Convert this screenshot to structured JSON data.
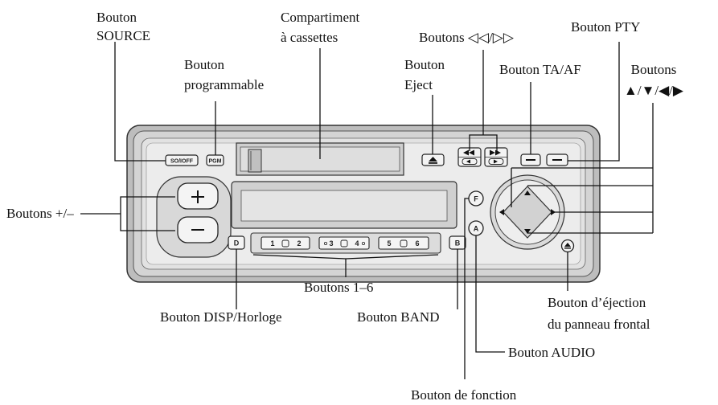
{
  "labels": {
    "source": [
      "Bouton",
      "SOURCE"
    ],
    "programmable": [
      "Bouton",
      "programmable"
    ],
    "compartiment": [
      "Compartiment",
      "à cassettes"
    ],
    "eject": [
      "Bouton",
      "Eject"
    ],
    "seek": "Boutons ◁◁/▷▷",
    "pty": "Bouton PTY",
    "ta_af": "Bouton TA/AF",
    "arrows": [
      "Boutons",
      "▲/▼/◀/▶"
    ],
    "plus_minus": "Boutons +/–",
    "presets": "Boutons 1–6",
    "disp": "Bouton DISP/Horloge",
    "band": "Bouton BAND",
    "panel_eject": [
      "Bouton d’éjection",
      "du panneau frontal"
    ],
    "audio": "Bouton AUDIO",
    "fonction": "Bouton de fonction"
  },
  "device_marks": {
    "src_key": "SO/IOFF",
    "pgm_key": "PGM",
    "preset_keys": [
      "1",
      "2",
      "3",
      "4",
      "5",
      "6"
    ],
    "disp_key": "D",
    "band_key": "B",
    "func_key": "F",
    "audio_key": "A"
  }
}
